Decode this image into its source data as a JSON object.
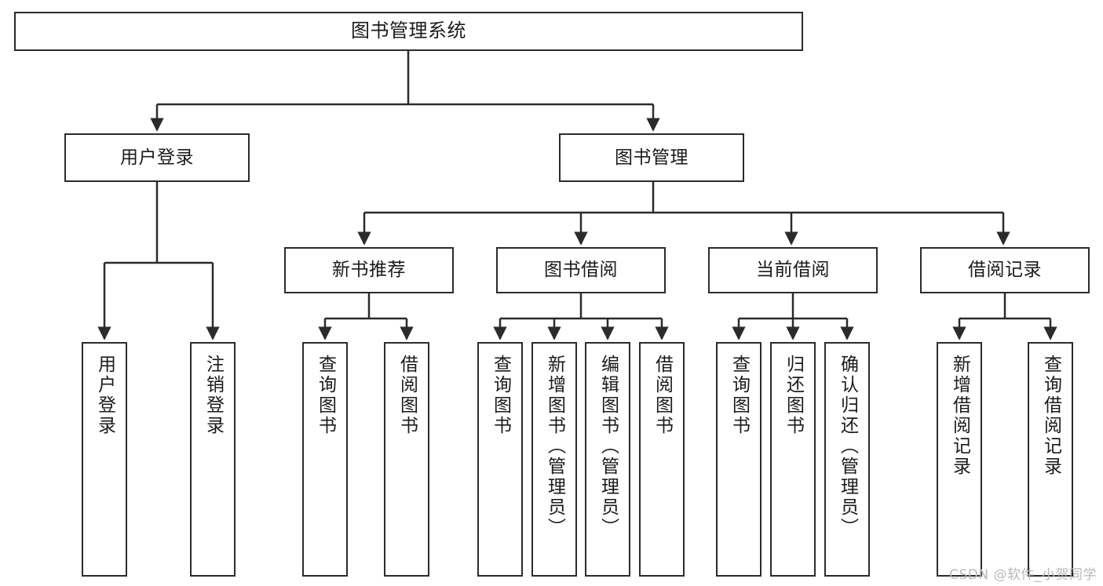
{
  "diagram": {
    "title": "图书管理系统",
    "type": "功能结构图",
    "watermark": "CSDN @软件_小贺同学",
    "colors": {
      "box_border": "#2b2b2b",
      "box_fill": "#ffffff",
      "edge": "#2b2b2b",
      "text": "#1b1b1b",
      "watermark": "#b9b9b9",
      "background": "#ffffff"
    },
    "root": {
      "label": "图书管理系统",
      "orientation": "horizontal"
    },
    "level2": [
      {
        "label": "用户登录",
        "orientation": "horizontal"
      },
      {
        "label": "图书管理",
        "orientation": "horizontal"
      }
    ],
    "level3": [
      {
        "label": "新书推荐",
        "orientation": "horizontal",
        "parent": "图书管理"
      },
      {
        "label": "图书借阅",
        "orientation": "horizontal",
        "parent": "图书管理"
      },
      {
        "label": "当前借阅",
        "orientation": "horizontal",
        "parent": "图书管理"
      },
      {
        "label": "借阅记录",
        "orientation": "horizontal",
        "parent": "图书管理"
      }
    ],
    "leaves": {
      "user_login": [
        {
          "label": "用户登录",
          "orientation": "vertical"
        },
        {
          "label": "注销登录",
          "orientation": "vertical"
        }
      ],
      "new_book_recommend": [
        {
          "label": "查询图书",
          "orientation": "vertical"
        },
        {
          "label": "借阅图书",
          "orientation": "vertical"
        }
      ],
      "book_borrow": [
        {
          "label": "查询图书",
          "orientation": "vertical"
        },
        {
          "label": "新增图书（管理员）",
          "orientation": "vertical"
        },
        {
          "label": "编辑图书（管理员）",
          "orientation": "vertical"
        },
        {
          "label": "借阅图书",
          "orientation": "vertical"
        }
      ],
      "current_borrow": [
        {
          "label": "查询图书",
          "orientation": "vertical"
        },
        {
          "label": "归还图书",
          "orientation": "vertical"
        },
        {
          "label": "确认归还（管理员）",
          "orientation": "vertical"
        }
      ],
      "borrow_record": [
        {
          "label": "新增借阅记录",
          "orientation": "vertical"
        },
        {
          "label": "查询借阅记录",
          "orientation": "vertical"
        }
      ]
    }
  }
}
